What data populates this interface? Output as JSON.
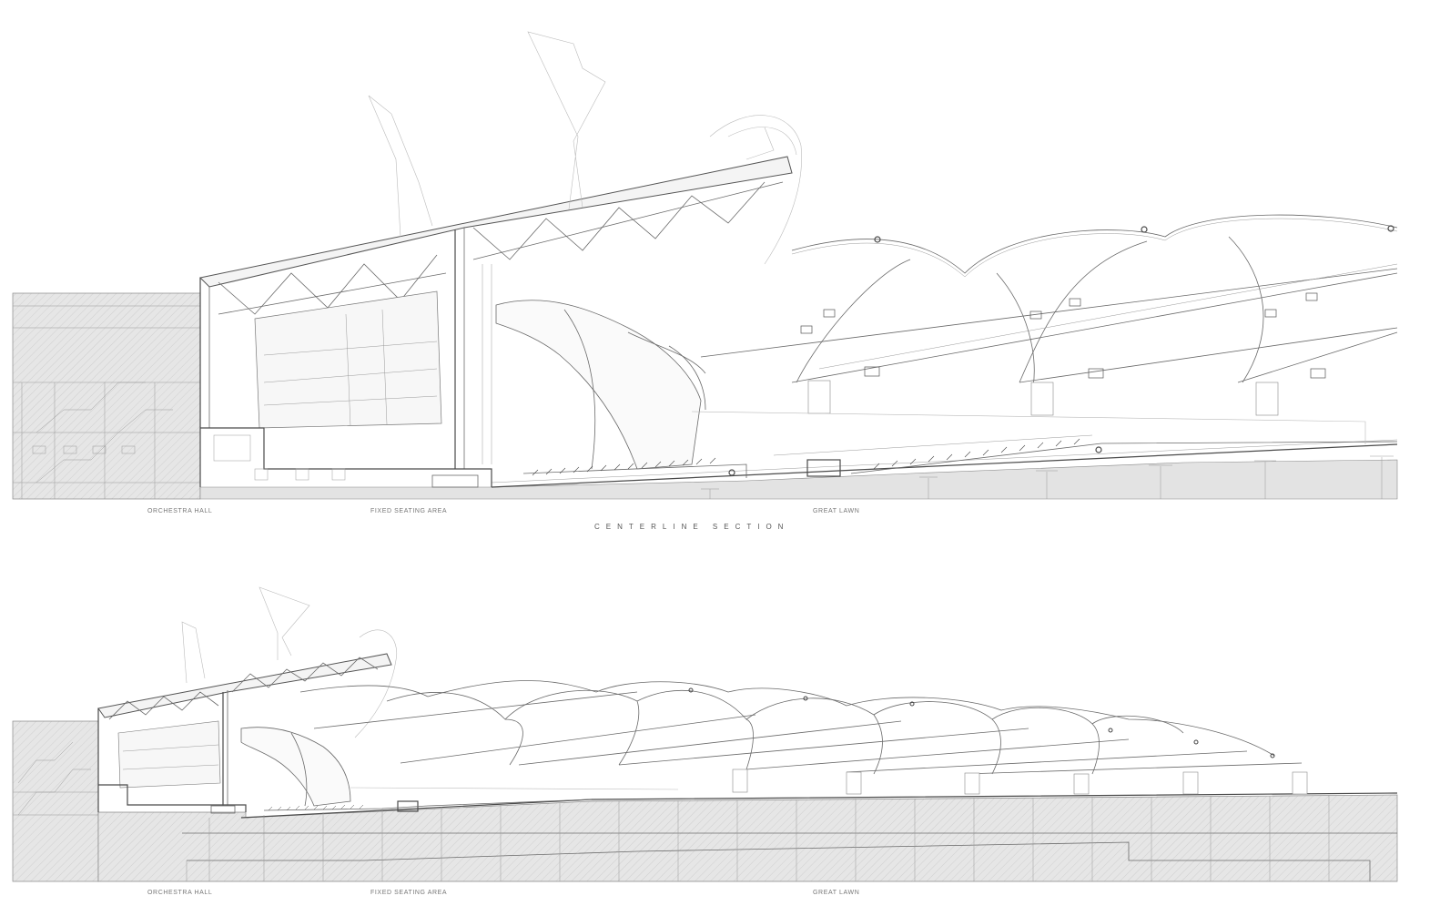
{
  "top_section": {
    "labels": {
      "orchestra_hall": "ORCHESTRA HALL",
      "fixed_seating": "FIXED SEATING AREA",
      "great_lawn": "GREAT LAWN"
    }
  },
  "section_title": "CENTERLINE SECTION",
  "bottom_section": {
    "labels": {
      "orchestra_hall": "ORCHESTRA HALL",
      "fixed_seating": "FIXED SEATING AREA",
      "great_lawn": "GREAT LAWN"
    }
  }
}
